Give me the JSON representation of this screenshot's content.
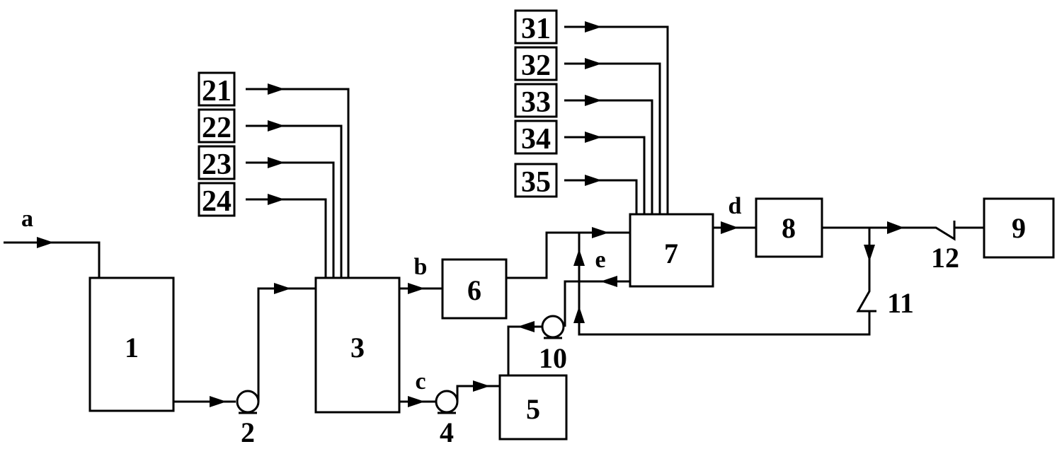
{
  "diagram": {
    "units": {
      "u1": "1",
      "u2": "2",
      "u3": "3",
      "u4": "4",
      "u5": "5",
      "u6": "6",
      "u7": "7",
      "u8": "8",
      "u9": "9",
      "u10": "10",
      "u11": "11",
      "u12": "12"
    },
    "sources": {
      "s21": "21",
      "s22": "22",
      "s23": "23",
      "s24": "24",
      "s31": "31",
      "s32": "32",
      "s33": "33",
      "s34": "34",
      "s35": "35"
    },
    "streams": {
      "a": "a",
      "b": "b",
      "c": "c",
      "d": "d",
      "e": "e"
    },
    "colors": {
      "line": "#000000",
      "background": "#ffffff"
    },
    "icon_names": [
      "pump-icon",
      "check-valve-icon",
      "flow-arrow-icon"
    ]
  }
}
